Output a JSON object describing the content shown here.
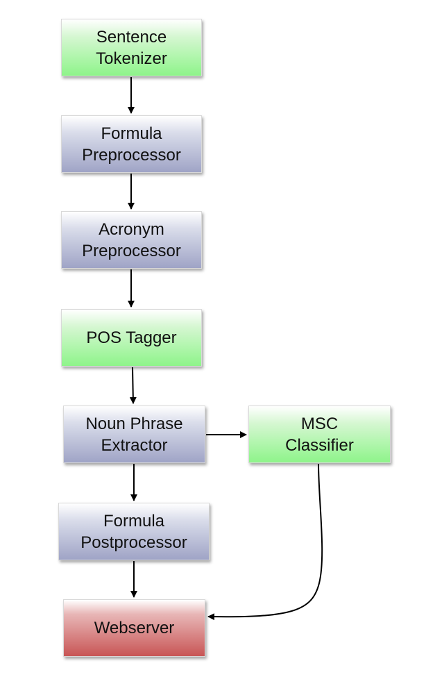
{
  "nodes": {
    "sentence_tokenizer": {
      "lines": [
        "Sentence",
        "Tokenizer"
      ],
      "color": "#8ef48a"
    },
    "formula_preprocessor": {
      "lines": [
        "Formula",
        "Preprocessor"
      ],
      "color": "#9fa4c6"
    },
    "acronym_preprocessor": {
      "lines": [
        "Acronym",
        "Preprocessor"
      ],
      "color": "#9fa4c6"
    },
    "pos_tagger": {
      "lines": [
        "POS Tagger"
      ],
      "color": "#8ef48a"
    },
    "noun_phrase_extractor": {
      "lines": [
        "Noun Phrase",
        "Extractor"
      ],
      "color": "#9fa4c6"
    },
    "msc_classifier": {
      "lines": [
        "MSC",
        "Classifier"
      ],
      "color": "#8ef48a"
    },
    "formula_postprocessor": {
      "lines": [
        "Formula",
        "Postprocessor"
      ],
      "color": "#9fa4c6"
    },
    "webserver": {
      "lines": [
        "Webserver"
      ],
      "color": "#c85555"
    }
  },
  "edges": [
    {
      "from": "Sentence Tokenizer",
      "to": "Formula Preprocessor"
    },
    {
      "from": "Formula Preprocessor",
      "to": "Acronym Preprocessor"
    },
    {
      "from": "Acronym Preprocessor",
      "to": "POS Tagger"
    },
    {
      "from": "POS Tagger",
      "to": "Noun Phrase Extractor"
    },
    {
      "from": "Noun Phrase Extractor",
      "to": "MSC Classifier"
    },
    {
      "from": "Noun Phrase Extractor",
      "to": "Formula Postprocessor"
    },
    {
      "from": "Formula Postprocessor",
      "to": "Webserver"
    },
    {
      "from": "MSC Classifier",
      "to": "Webserver"
    }
  ]
}
